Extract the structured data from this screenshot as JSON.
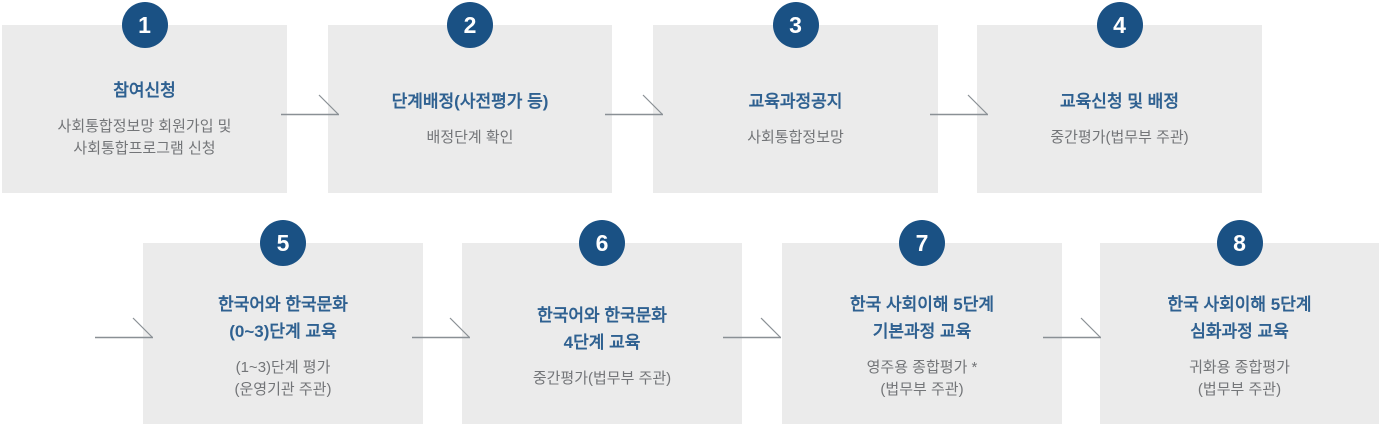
{
  "colors": {
    "page-bg": "#ffffff",
    "box-bg": "#ebebeb",
    "badge-bg": "#1a5184",
    "badge-text": "#ffffff",
    "title-text": "#2f6191",
    "desc-text": "#737578",
    "arrow": "#8a9095"
  },
  "steps": [
    {
      "number": "1",
      "title_line1": "참여신청",
      "desc_line1": "사회통합정보망 회원가입 및",
      "desc_line2": "사회통합프로그램 신청"
    },
    {
      "number": "2",
      "title_line1": "단계배정(사전평가 등)",
      "desc_line1": "배정단계 확인"
    },
    {
      "number": "3",
      "title_line1": "교육과정공지",
      "desc_line1": "사회통합정보망"
    },
    {
      "number": "4",
      "title_line1": "교육신청 및 배정",
      "desc_line1": "중간평가(법무부 주관)"
    },
    {
      "number": "5",
      "title_line1": "한국어와 한국문화",
      "title_line2": "(0~3)단계 교육",
      "desc_line1": "(1~3)단계 평가",
      "desc_line2": "(운영기관 주관)"
    },
    {
      "number": "6",
      "title_line1": "한국어와 한국문화",
      "title_line2": "4단계 교육",
      "desc_line1": "중간평가(법무부 주관)"
    },
    {
      "number": "7",
      "title_line1": "한국 사회이해 5단계",
      "title_line2": "기본과정 교육",
      "desc_line1": "영주용 종합평가 *",
      "desc_line2": "(법무부 주관)"
    },
    {
      "number": "8",
      "title_line1": "한국 사회이해 5단계",
      "title_line2": "심화과정 교육",
      "desc_line1": "귀화용 종합평가",
      "desc_line2": "(법무부 주관)"
    }
  ]
}
